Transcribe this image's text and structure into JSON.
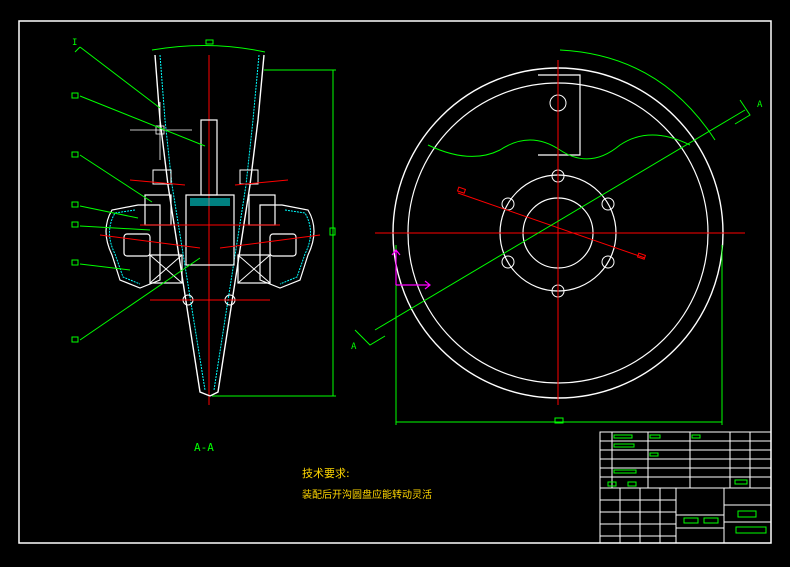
{
  "labels": {
    "section": "A-A",
    "cut_mark_right": "A",
    "cut_mark_left": "A",
    "part_marker": "I"
  },
  "notes": {
    "title": "技术要求:",
    "body": "装配后开沟圆盘应能转动灵活"
  },
  "colors": {
    "background": "#000000",
    "outline": "#ffffff",
    "dimension": "#00ff00",
    "centerline": "#ff0000",
    "hatch": "#00ffff",
    "note_text": "#ffd700",
    "ucs": "#ff00ff"
  }
}
